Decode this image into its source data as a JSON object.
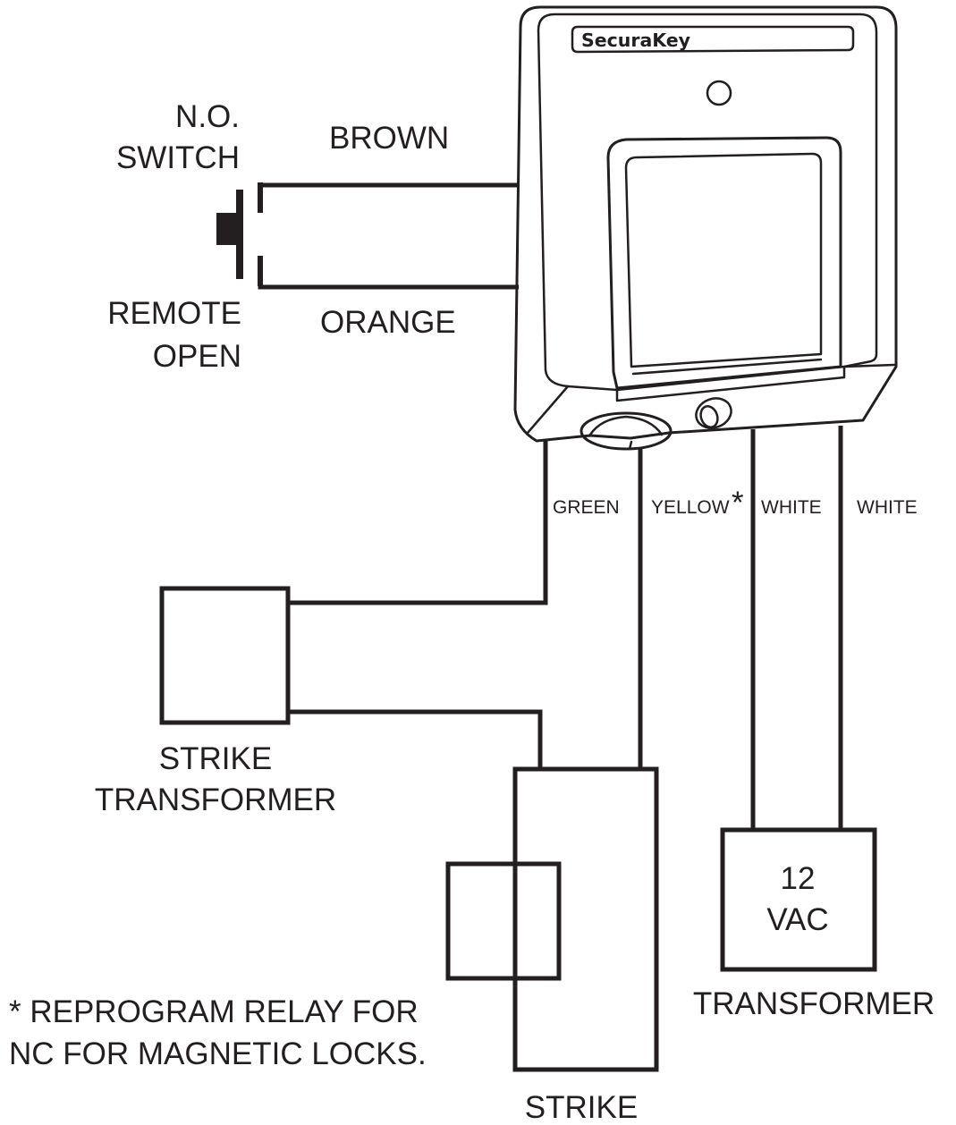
{
  "reader": {
    "brand": "SecuraKey"
  },
  "switch": {
    "line1": "N.O.",
    "line2": "SWITCH",
    "line3": "REMOTE",
    "line4": "OPEN"
  },
  "wires": {
    "brown": "BROWN",
    "orange": "ORANGE",
    "green": "GREEN",
    "yellow": "YELLOW",
    "yellow_mark": "*",
    "white1": "WHITE",
    "white2": "WHITE"
  },
  "strike_transformer": {
    "line1": "STRIKE",
    "line2": "TRANSFORMER"
  },
  "transformer": {
    "box_line1": "12",
    "box_line2": "VAC",
    "label": "TRANSFORMER"
  },
  "strike": {
    "label": "STRIKE"
  },
  "note": {
    "line1": "* REPROGRAM RELAY FOR",
    "line2": "NC FOR MAGNETIC LOCKS."
  }
}
